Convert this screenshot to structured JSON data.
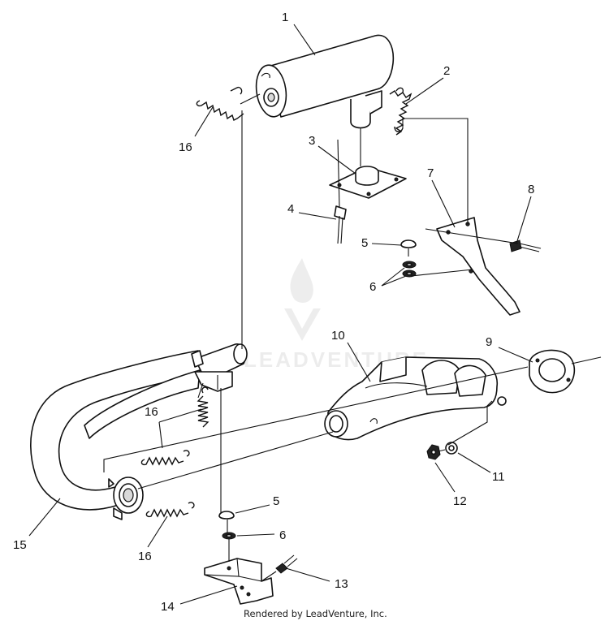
{
  "diagram": {
    "callouts": [
      {
        "id": "1",
        "label": "1"
      },
      {
        "id": "2",
        "label": "2"
      },
      {
        "id": "3",
        "label": "3"
      },
      {
        "id": "4",
        "label": "4"
      },
      {
        "id": "5a",
        "label": "5"
      },
      {
        "id": "6a",
        "label": "6"
      },
      {
        "id": "7",
        "label": "7"
      },
      {
        "id": "8",
        "label": "8"
      },
      {
        "id": "9",
        "label": "9"
      },
      {
        "id": "10",
        "label": "10"
      },
      {
        "id": "11",
        "label": "11"
      },
      {
        "id": "12",
        "label": "12"
      },
      {
        "id": "16a",
        "label": "16"
      },
      {
        "id": "16b",
        "label": "16"
      },
      {
        "id": "16c",
        "label": "16"
      },
      {
        "id": "15",
        "label": "15"
      },
      {
        "id": "5b",
        "label": "5"
      },
      {
        "id": "6b",
        "label": "6"
      },
      {
        "id": "13",
        "label": "13"
      },
      {
        "id": "14",
        "label": "14"
      }
    ],
    "watermark": "LEADVENTURE",
    "footer": "Rendered by LeadVenture, Inc."
  }
}
